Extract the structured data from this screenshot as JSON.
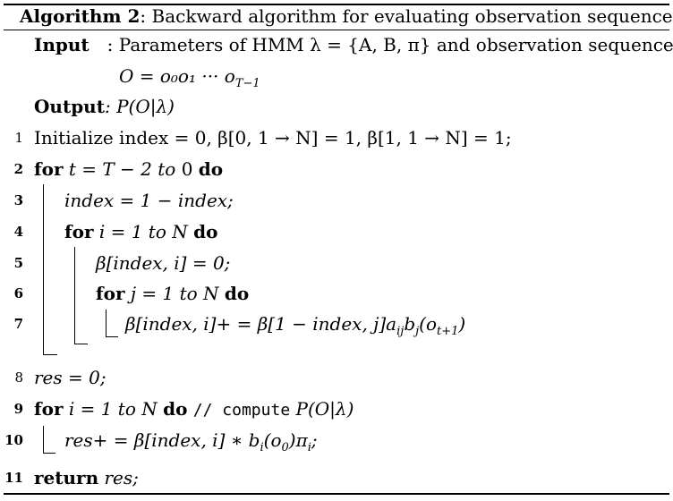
{
  "header": {
    "label": "Algorithm 2",
    "title": ": Backward algorithm for evaluating observation sequence"
  },
  "input": {
    "keyword": "Input",
    "sep": ": Parameters of HMM λ = {A, B, π} and observation sequence",
    "seq": "O = o₀o₁ ··· o",
    "seq_sub": "T−1"
  },
  "output": {
    "keyword": "Output",
    "text": ": P(O|λ)"
  },
  "lines": [
    {
      "num": "1",
      "text": "Initialize index = 0, β[0, 1 → N] = 1, β[1, 1 → N] = 1;"
    },
    {
      "num": "2",
      "kw": "for",
      "text": "t = T − 2",
      "to": "to",
      "text2": "0",
      "kw2": "do"
    },
    {
      "num": "3",
      "text": "index = 1 − index;"
    },
    {
      "num": "4",
      "kw": "for",
      "text": "i = 1",
      "to": "to",
      "text2": "N",
      "kw2": "do"
    },
    {
      "num": "5",
      "text": "β[index, i] = 0;"
    },
    {
      "num": "6",
      "kw": "for",
      "text": "j = 1",
      "to": "to",
      "text2": "N",
      "kw2": "do"
    },
    {
      "num": "7",
      "text": "β[index, i]+ = β[1 − index, j]a",
      "s1": "ij",
      "m": "b",
      "s2": "j",
      "m2": "(o",
      "s3": "t+1",
      "end": ")"
    },
    {
      "num": "8",
      "text": "res = 0;"
    },
    {
      "num": "9",
      "kw": "for",
      "text": "i = 1",
      "to": "to",
      "text2": "N",
      "kw2": "do",
      "comment": "// compute",
      "ctext": "P(O|λ)"
    },
    {
      "num": "10",
      "text": "res+ = β[index, i] ∗ b",
      "s1": "i",
      "m": "(o",
      "s2": "0",
      "m2": ")π",
      "s3": "i",
      "end": ";"
    },
    {
      "num": "11",
      "kw": "return",
      "text": "res;"
    }
  ]
}
